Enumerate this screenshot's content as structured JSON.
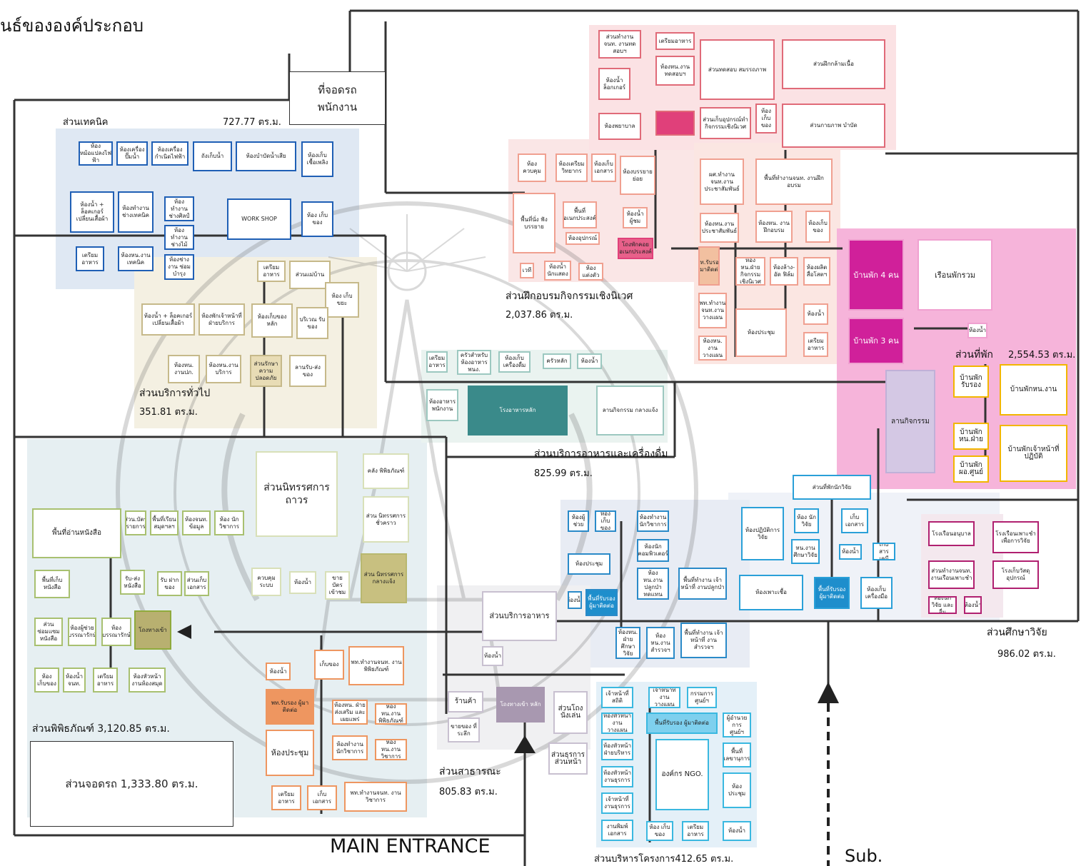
{
  "title": "ันธ์ขององค์ประกอบ",
  "entrances": {
    "main": "MAIN ENTRANCE",
    "sub": "Sub."
  },
  "colors": {
    "technical": "#1f5fb5",
    "general": "#c6b98a",
    "activity": "#e06a78",
    "lodging": "#d0209a",
    "lodging_fill": "#f0a0d0",
    "research": "#b02070",
    "research_lab": "#2aa0d8",
    "food": "#3a8a8a",
    "museum": "#8faa3c",
    "museum_bg": "#e3eef2",
    "public": "#9a7fa0",
    "project": "#3ab8e0",
    "yellow": "#f2b600",
    "museum_orange": "#ee9660"
  },
  "parking_staff": {
    "line1": "ที่จอดรถ",
    "line2": "พนักงาน"
  },
  "zones": {
    "technical": {
      "name": "ส่วนเทคนิค",
      "area": "727.77 ตร.ม.",
      "rooms": {
        "r1": "ห้องหม้อแปลงไฟฟ้า",
        "r2": "ห้องเครื่องปั๊มน้ำ",
        "r3": "ห้องเครื่องกำเนิดไฟฟ้า",
        "r4": "ถังเก็บน้ำ",
        "r5": "ห้องบำบัดน้ำเสีย",
        "r6": "ห้องเก็บเชื้อเพลิง",
        "r7": "ห้องน้ำ + ล็อคเกอร์ เปลี่ยนเสื้อผ้า",
        "r8": "ห้องทำงาน ช่างเทคนิค",
        "r9": "ห้องทำงาน ช่างศิลป์",
        "r10": "ห้องทำงาน ช่างไม้",
        "r11": "ห้องช่างงาน ซ่อมบำรุง",
        "r12": "WORK SHOP",
        "r13": "ห้อง เก็บของ",
        "r14": "เตรียม อาหาร",
        "r15": "ห้องหน.งาน เทคนิค"
      }
    },
    "general": {
      "name": "ส่วนบริการทั่วไป",
      "area": "351.81 ตร.ม.",
      "rooms": {
        "r1": "เตรียม อาหาร",
        "r2": "ส่วนแม่บ้าน",
        "r3": "ห้อง เก็บขยะ",
        "r4": "ห้องน้ำ + ล็อคเกอร์ เปลี่ยนเสื้อผ้า",
        "r5": "ห้องพักเจ้าหน้าที่ ฝ่ายบริการ",
        "r6": "ห้องเก็บของ หลัก",
        "r7": "บริเวณ รับของ",
        "r8": "ห้องหน. งานปภ.",
        "r9": "ห้องหน.งาน บริการ",
        "r10": "ส่วนรักษา ความปลอดภัย",
        "r11": "ลานรับ-ส่ง ของ"
      }
    },
    "activity": {
      "name": "ส่วนฝึกอบรมกิจกรรมเชิงนิเวศ",
      "area": "2,037.86 ตร.ม.",
      "rooms": {
        "r1": "ส่วนทำงานจนท. งานทดสอบฯ",
        "r2": "เตรียมอาหาร",
        "r3": "ส่วนทดสอบ สมรรถภาพ",
        "r4": "ส่วนฝึกกล้ามเนื้อ",
        "r5": "ห้องหน.งาน ทดสอบฯ",
        "r6": "ห้องน้ำ ล็อกเกอร์",
        "r7": "ห้องพยาบาล",
        "r8": "ส่วนเก็บอุปกรณ์ทำ กิจกรรมเชิงนิเวศ",
        "r9": "ห้อง เก็บของ",
        "r10": "ส่วนกายภาพ บำบัด",
        "r11": "ห้องควบคุม",
        "r12": "ห้องเตรียม วิทยากร",
        "r13": "ห้องเก็บ เอกสาร",
        "r14": "ห้องบรรยาย ย่อย",
        "r15": "พื้นที่นั่ง ฟังบรรยาย",
        "r16": "พื้นที่ อเนกประสงค์",
        "r17": "ห้องน้ำ ผู้ชม",
        "r18": "ห้องอุปกรณ์",
        "r19": "โถงพักคอย อเนกประสงค์",
        "r20": "เวที",
        "r21": "ห้องน้ำ นักแสดง",
        "r22": "ห้อง แต่งตัว",
        "r23": "ผศ.ทำงาน จนท.งาน ประชาสัมพันธ์",
        "r24": "พื้นที่ทำงานจนท. งานฝึกอบรม",
        "r25": "ห้องหน.งาน ประชาสัมพันธ์",
        "r26": "ห้องหน. งานฝึกอบรม",
        "r27": "ห้องเก็บ ของ",
        "r28": "พท.รับรอง ผู้มาติดต่อ",
        "r29": "ห้องหน.ฝ่าย กิจกรรม เชิงนิเวศ",
        "r30": "ห้องล้าง-อัด ฟิล์ม",
        "r31": "ห้องผลิต สื่อโสตฯ",
        "r32": "ห้องน้ำ",
        "r33": "พท.ทำงาน จนท.งาน วางแผน",
        "r34": "ห้องประชุม",
        "r35": "เตรียม อาหาร",
        "r36": "ห้องหน. งานวางแผน"
      }
    },
    "lodging": {
      "name": "ส่วนที่พัก",
      "area": "2,554.53 ตร.ม.",
      "rooms": {
        "r1": "บ้านพัก 4 คน",
        "r2": "เรือนพักรวม",
        "r3": "บ้านพัก 3 คน",
        "r4": "ห้องน้ำ",
        "r5": "ลานกิจกรรม",
        "r6": "บ้านพัก รับรอง",
        "r7": "บ้านพักหน.งาน",
        "r8": "บ้านพัก หน.ฝ่าย",
        "r9": "บ้านพัก ผอ.ศูนย์",
        "r10": "บ้านพักเจ้าหน้าที่ ปฏิบัติ"
      }
    },
    "food": {
      "name": "ส่วนบริการอาหารและเครื่องดื่ม",
      "area": "825.99 ตร.ม.",
      "rooms": {
        "r1": "เตรียม อาหาร",
        "r2": "ครัวสำหรับ ห้องอาหาร พนง.",
        "r3": "ห้องเก็บ เครื่องดื่ม",
        "r4": "ครัวหลัก",
        "r5": "ห้องน้ำ",
        "r6": "ห้องอาหาร พนักงาน",
        "r7": "โรงอาหารหลัก",
        "r8": "ลานกิจกรรม กลางแจ้ง"
      }
    },
    "research": {
      "name": "ส่วนศึกษาวิจัย",
      "area": "986.02 ตร.ม.",
      "rooms": {
        "r1": "ส่วนที่พักนักวิจัย",
        "r2": "ห้อง นักวิจัย",
        "r3": "เก็บ เอกสาร",
        "r4": "ห้องปฏิบัติการวิจัย",
        "r5": "หน.งาน ศึกษาวิจัย",
        "r6": "ห้องน้ำ",
        "r7": "เก็บ สารเคมี",
        "r8": "ห้องเพาะเชื้อ",
        "r9": "พื้นที่รับรอง ผู้มาติดต่อ",
        "r10": "ห้องเก็บ เครื่องมือ",
        "r11": "โรงเรือนอนุบาล",
        "r12": "โรงเรือนเพาะชำ เพื่อการวิจัย",
        "r13": "ส่วนทำงานจนท. งานเรือนเพาะชำ",
        "r14": "โรงเก็บวัสดุ อุปกรณ์",
        "r15": "ห้องนักวิจัย และอื่น",
        "r16": "ห้องน้ำ"
      }
    },
    "museum": {
      "name": "ส่วนพิพิธภัณฑ์ 3,120.85 ตร.ม.",
      "rooms": {
        "r1": "พื้นที่อ่านหนังสือ",
        "r2": "ส่วน.บัตร รายการ",
        "r3": "พื้นที่เรียน สมุดฯลฯ",
        "r4": "ห้องจนท. ข้อมูล",
        "r5": "ห้อง นักวิชาการ",
        "r6": "ส่วนนิทรรศการ ถาวร",
        "r7": "คลัง พิพิธภัณฑ์",
        "r8": "ส่วน นิทรรศการ ชั่วคราว",
        "r9": "พื้นที่เก็บ หนังสือ",
        "r10": "รับ-ส่ง หนังสือ",
        "r11": "รับ ฝากของ",
        "r12": "ส่วนเก็บ เอกสาร",
        "r13": "ควบคุม ระบบ",
        "r14": "ห้องน้ำ",
        "r15": "ขายบัตร เข้าชม",
        "r16": "ส่วน นิทรรศการ กลางแจ้ง",
        "r17": "ส่วนซ่อมแซม หนังสือ",
        "r18": "ห้องผู้ช่วย บรรณารักษ์",
        "r19": "ห้อง บรรณารักษ์",
        "r20": "โถงทางเข้า",
        "r21": "ห้อง เก็บของ",
        "r22": "ห้องน้ำ จนท.",
        "r23": "เตรียม อาหาร",
        "r24": "ห้องหัวหน้า งานห้องสมุด",
        "r25": "เก็บของ",
        "r26": "พท.ทำงานจนท. งานพิพิธภัณฑ์",
        "r27": "ห้องน้ำ",
        "r28": "พท.รับรอง ผู้มาติดต่อ",
        "r29": "ห้องหน. ฝ่ายส่งเสริม และเผยแพร่",
        "r30": "ห้องหน.งาน พิพิธภัณฑ์",
        "r31": "ห้องประชุม",
        "r32": "ห้องทำงาน นักวิชาการ",
        "r33": "ห้องหน.งาน วิชาการ",
        "r34": "เตรียม อาหาร",
        "r35": "เก็บ เอกสาร",
        "r36": "พท.ทำงานจนท. งานวิชาการ"
      }
    },
    "public": {
      "name": "ส่วนสาธารณะ",
      "area": "805.83 ตร.ม.",
      "rooms": {
        "r1": "ส่วนบริการอาหาร",
        "r2": "ห้องน้ำ",
        "r3": "ร้านค้า",
        "r4": "โถงทางเข้า หลัก",
        "r5": "ส่วนโถง นั่งเล่น",
        "r6": "ขายของ ที่ระลึก",
        "r7": "ส่วนธุรการ ส่วนหน้า"
      }
    },
    "project": {
      "name": "ส่วนบริหารโครงการ412.65 ตร.ม.",
      "rooms": {
        "r1": "เจ้าหน้าที่ สถิติ",
        "r2": "เจ้าหน้าที่ งานวางแผน",
        "r3": "กรรมการ ศูนย์ฯ",
        "r4": "ห้องหัวหน้า งานวางแผน",
        "r5": "พื้นที่รับรอง ผู้มาติดต่อ",
        "r6": "ผู้อำนวยการ ศูนย์ฯ",
        "r7": "ห้องหัวหน้า ฝ่ายบริหาร",
        "r8": "พื้นที่ เลขานุการ",
        "r9": "ห้องหัวหน้า งานธุรการ",
        "r10": "องค์กร NGO.",
        "r11": "ห้องประชุม",
        "r12": "เจ้าหน้าที่ งานธุรการ",
        "r13": "งานพิมพ์ เอกสาร",
        "r14": "ห้อง เก็บของ",
        "r15": "เตรียม อาหาร",
        "r16": "ห้องน้ำ",
        "r17": "ห้องผู้ช่วย",
        "r18": "ห้อง เก็บของ",
        "r19": "ห้องทำงาน นักวิชาการ",
        "r20": "ห้องนัก คอมพิวเตอร์",
        "r21": "ห้องประชุม",
        "r22": "ห้องหน.งาน ปลูกป่า ทดแทน",
        "r23": "พื้นที่ทำงาน เจ้าหน้าที่ งานปลูกป่า",
        "r24": "ห้องน้ำ",
        "r25": "พื้นที่รับรอง ผู้มาติดต่อ",
        "r26": "ห้องหน. ฝ่ายศึกษา วิจัย",
        "r27": "ห้องหน.งาน สำรวจฯ",
        "r28": "พื้นที่ทำงาน เจ้าหน้าที่ งานสำรวจฯ"
      }
    },
    "parking": {
      "name": "ส่วนจอดรถ 1,333.80 ตร.ม."
    }
  }
}
